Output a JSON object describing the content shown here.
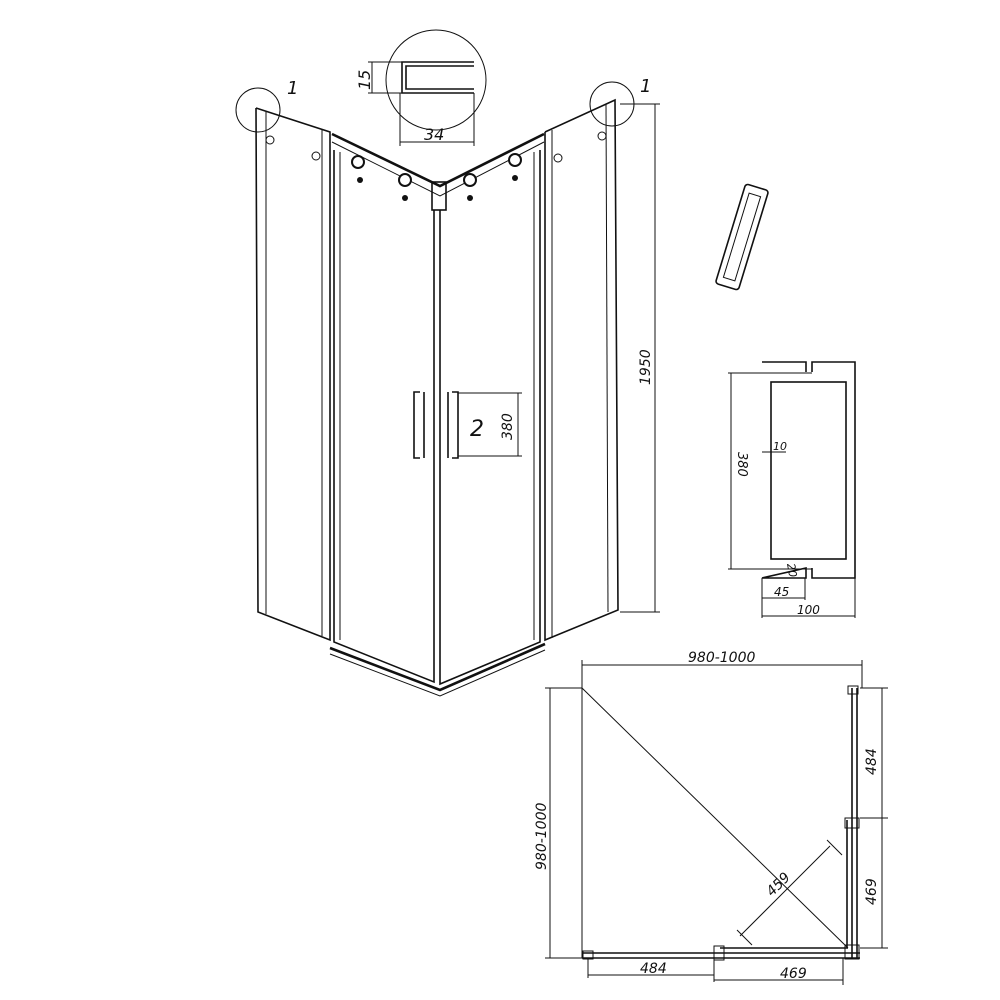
{
  "callouts": {
    "glass_clip_left": "1",
    "glass_clip_right": "1",
    "handle": "2"
  },
  "profile_detail": {
    "height": "15",
    "width": "34"
  },
  "elevation": {
    "height": "1950",
    "handle_length": "380"
  },
  "handle_detail": {
    "length": "380",
    "diameter": "10",
    "standoff": "20",
    "offset": "45",
    "depth": "100"
  },
  "plan": {
    "width": "980-1000",
    "depth": "980-1000",
    "right_fixed": "484",
    "right_door": "469",
    "bottom_fixed": "484",
    "bottom_door": "469",
    "entry_diagonal": "459"
  }
}
